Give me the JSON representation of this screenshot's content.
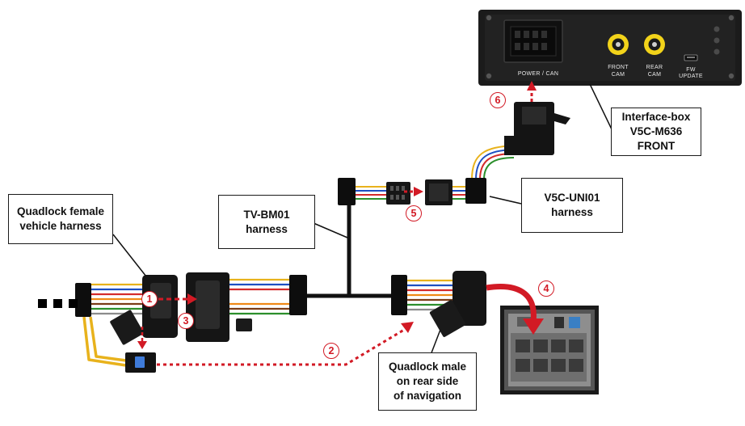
{
  "labels": {
    "quadlock_female": [
      "Quadlock female",
      "vehicle harness"
    ],
    "tv_bm01": [
      "TV-BM01",
      "harness"
    ],
    "v5c_uni01": [
      "V5C-UNI01",
      "harness"
    ],
    "interface_box": [
      "Interface-box",
      "V5C-M636",
      "FRONT"
    ],
    "quadlock_male": [
      "Quadlock male",
      "on rear side",
      "of navigation"
    ]
  },
  "box_panel": {
    "power_can": "POWER / CAN",
    "front_cam": [
      "FRONT",
      "CAM"
    ],
    "rear_cam": [
      "REAR",
      "CAM"
    ],
    "fw_update": [
      "FW",
      "UPDATE"
    ]
  },
  "steps": [
    "1",
    "2",
    "3",
    "4",
    "5",
    "6"
  ],
  "colors": {
    "accent_red": "#d21a25",
    "connector_black": "#111111",
    "wire_yellow": "#e8b21c",
    "device_body": "#1b1b1b",
    "rca_yellow": "#f2d31a"
  },
  "icons": [
    "ellipsis-dots-icon",
    "red-arrow-icon",
    "rca-jack-icon",
    "usb-port-icon",
    "led-indicator-icon"
  ]
}
